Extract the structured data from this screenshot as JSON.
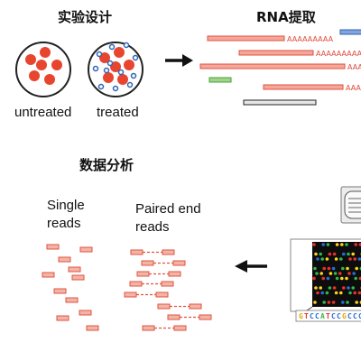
{
  "titles": {
    "experiment": "实验设计",
    "rna": "RNA提取",
    "analysis": "数据分析"
  },
  "conditions": {
    "untreated": "untreated",
    "treated": "treated"
  },
  "reads": {
    "single_line1": "Single",
    "single_line2": "reads",
    "paired_line1": "Paired end",
    "paired_line2": "reads"
  },
  "polyA": "AAAAAAAAA",
  "sequence_text": "GTCCATCCGCCCT",
  "colors": {
    "cell_red": "#e8452f",
    "treatment_blue": "#2f63b4",
    "read_fill": "#f3b4a8",
    "read_stroke": "#e0533f",
    "mrna_red": "#f4a79a",
    "mrna_green": "#9fd58a",
    "mrna_blue": "#7fa6dd",
    "mrna_grey": "#e6e6e6",
    "arrow": "#111111"
  },
  "icons": [
    "arrow-right-icon",
    "arrow-left-icon",
    "flow-cell-icon",
    "sequencing-image-icon"
  ]
}
